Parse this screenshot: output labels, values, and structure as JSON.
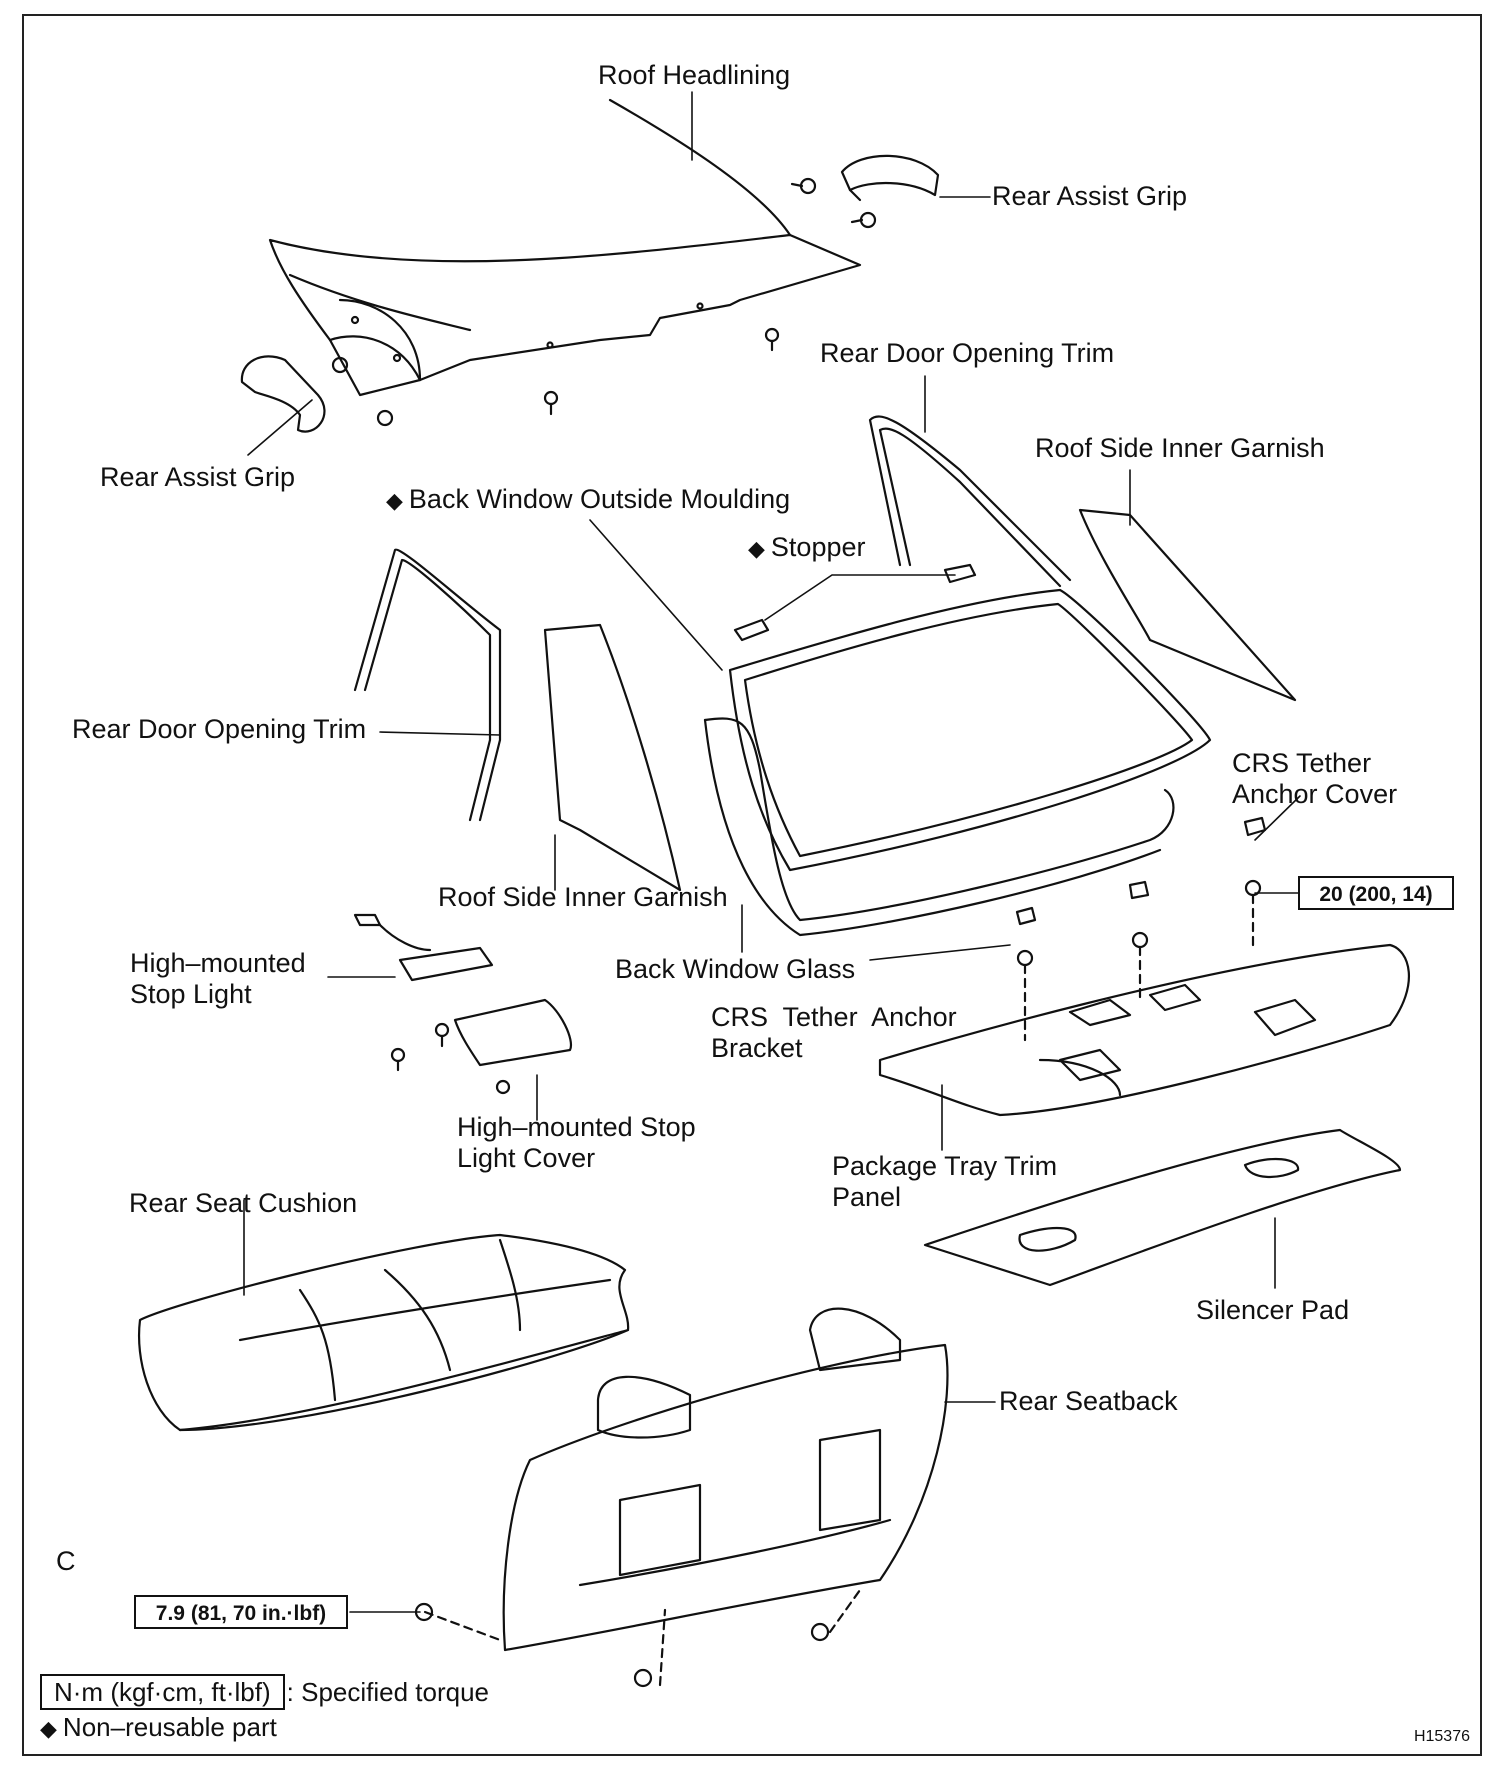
{
  "labels": {
    "roof_headlining": "Roof Headlining",
    "rear_assist_grip_right": "Rear Assist Grip",
    "rear_assist_grip_left": "Rear Assist Grip",
    "rear_door_opening_trim_right": "Rear Door Opening Trim",
    "roof_side_inner_garnish_right": "Roof Side Inner Garnish",
    "back_window_outside_moulding": "Back Window Outside Moulding",
    "stopper": "Stopper",
    "rear_door_opening_trim_left": "Rear Door Opening Trim",
    "crs_tether_anchor_cover_l1": "CRS Tether",
    "crs_tether_anchor_cover_l2": "Anchor Cover",
    "roof_side_inner_garnish_left": "Roof Side Inner Garnish",
    "high_mounted_stop_light_l1": "High–mounted",
    "high_mounted_stop_light_l2": "Stop Light",
    "back_window_glass": "Back Window Glass",
    "crs_tether_anchor_bracket_l1": "CRS  Tether  Anchor",
    "crs_tether_anchor_bracket_l2": "Bracket",
    "high_mounted_stop_light_cover_l1": "High–mounted Stop",
    "high_mounted_stop_light_cover_l2": "Light Cover",
    "package_tray_trim_panel_l1": "Package Tray Trim",
    "package_tray_trim_panel_l2": "Panel",
    "rear_seat_cushion": "Rear Seat Cushion",
    "silencer_pad": "Silencer Pad",
    "rear_seatback": "Rear Seatback"
  },
  "torques": {
    "anchor_bracket": "20 (200, 14)",
    "seatback_bolt": "7.9 (81, 70 in.·lbf)"
  },
  "legend": {
    "torque_unit": "N·m (kgf·cm, ft·lbf)",
    "torque_desc": ": Specified torque",
    "non_reusable": "Non–reusable part",
    "non_reusable_symbol": "◆"
  },
  "view_letter": "C",
  "drawing_id": "H15376"
}
